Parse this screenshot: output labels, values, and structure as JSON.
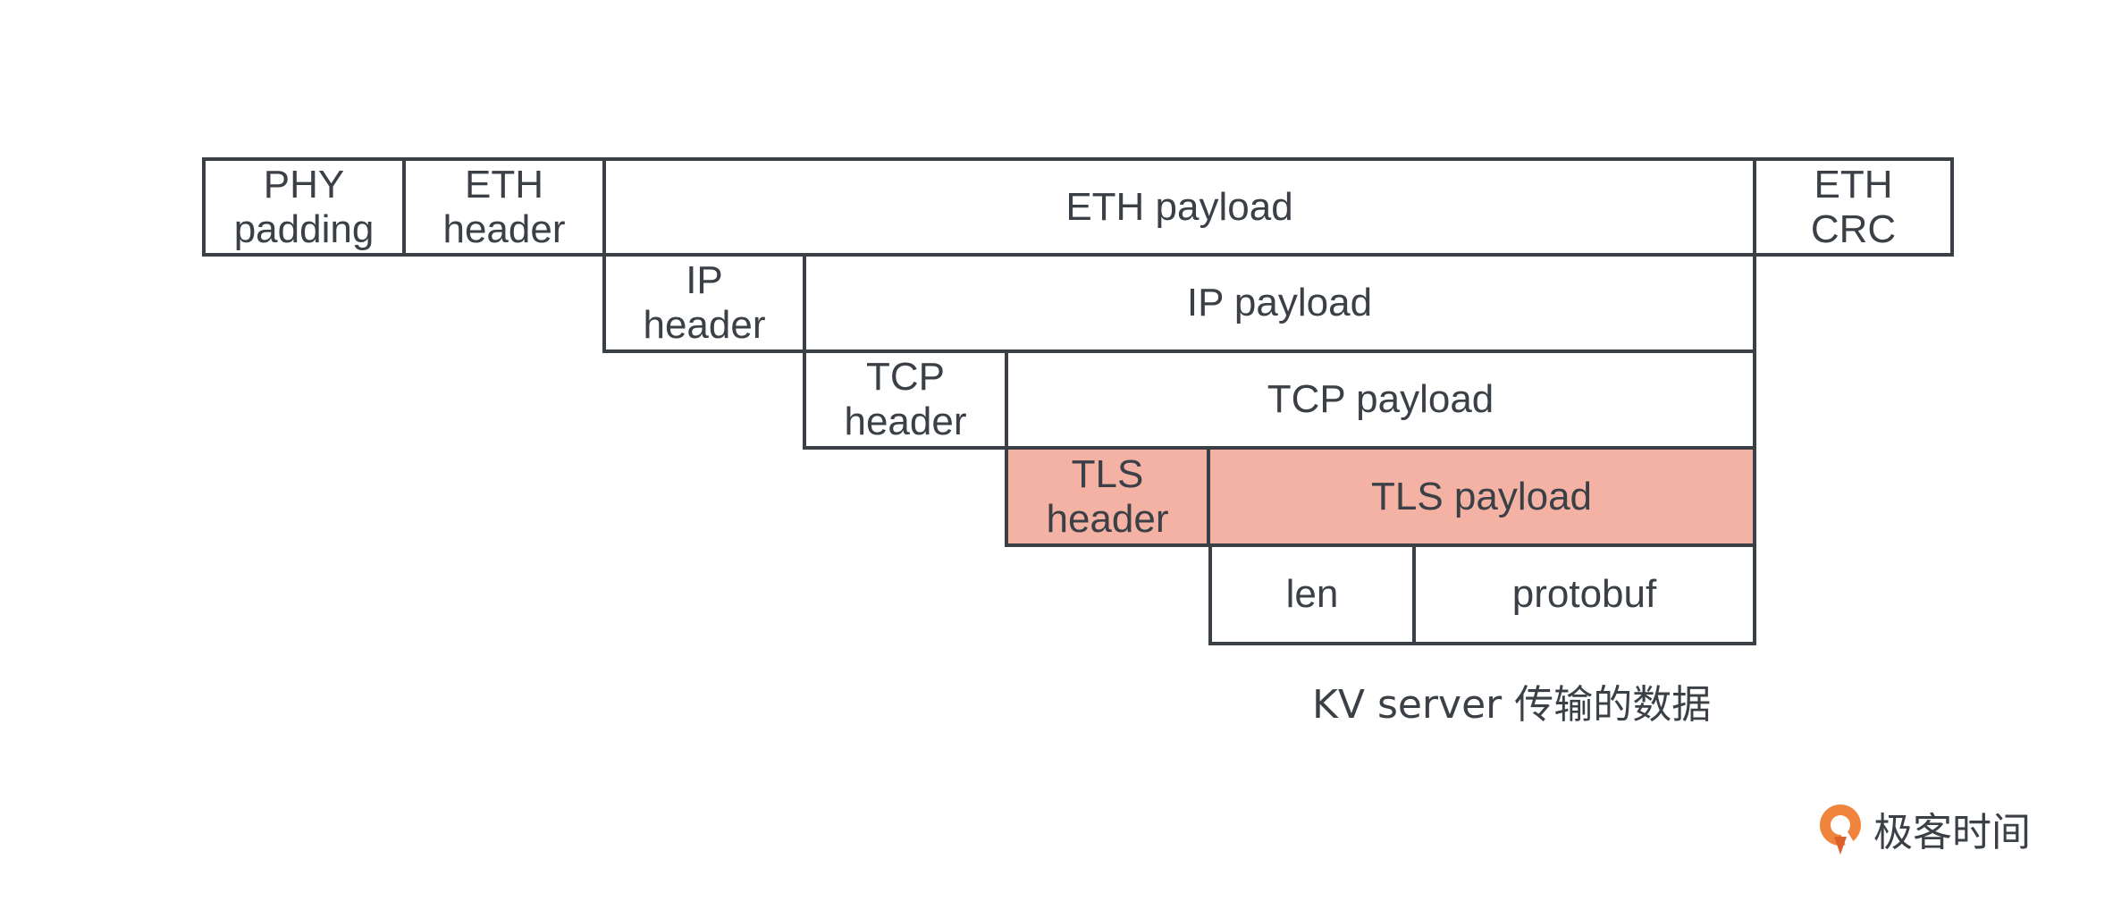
{
  "diagram": {
    "row1": {
      "phy_padding": "PHY\npadding",
      "eth_header": "ETH\nheader",
      "eth_payload": "ETH payload",
      "eth_crc": "ETH\nCRC"
    },
    "row2": {
      "ip_header": "IP\nheader",
      "ip_payload": "IP payload"
    },
    "row3": {
      "tcp_header": "TCP\nheader",
      "tcp_payload": "TCP payload"
    },
    "row4": {
      "tls_header": "TLS\nheader",
      "tls_payload": "TLS payload"
    },
    "row5": {
      "len": "len",
      "protobuf": "protobuf"
    },
    "caption": "KV server 传输的数据"
  },
  "colors": {
    "line": "#3b4046",
    "tls_fill": "#f4b2a4",
    "logo_accent": "#f0843c"
  },
  "logo": {
    "text": "极客时间"
  }
}
